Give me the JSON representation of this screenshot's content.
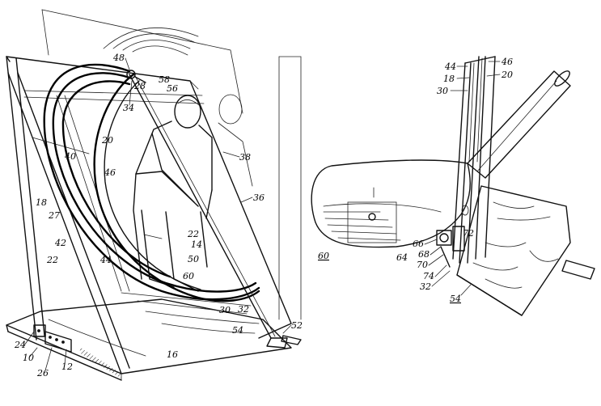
{
  "labels": {
    "l48": "48",
    "l58": "58",
    "l56": "56",
    "l28": "28",
    "l34": "34",
    "l20a": "20",
    "l40": "40",
    "l46a": "46",
    "l38": "38",
    "l36": "36",
    "l18a": "18",
    "l27": "27",
    "l42": "42",
    "l22a": "22",
    "l44a": "44",
    "l22b": "22",
    "l14": "14",
    "l50": "50",
    "l60a": "60",
    "l30a": "30",
    "l32a": "32",
    "l54a": "54",
    "l52": "52",
    "l16": "16",
    "l24": "24",
    "l10": "10",
    "l26": "26",
    "l12": "12",
    "l44b": "44",
    "l46b": "46",
    "l18b": "18",
    "l20b": "20",
    "l30b": "30",
    "l60b": "60",
    "l64": "64",
    "l66": "66",
    "l68": "68",
    "l70": "70",
    "l72": "72",
    "l74": "74",
    "l32b": "32",
    "l54b": "54"
  }
}
